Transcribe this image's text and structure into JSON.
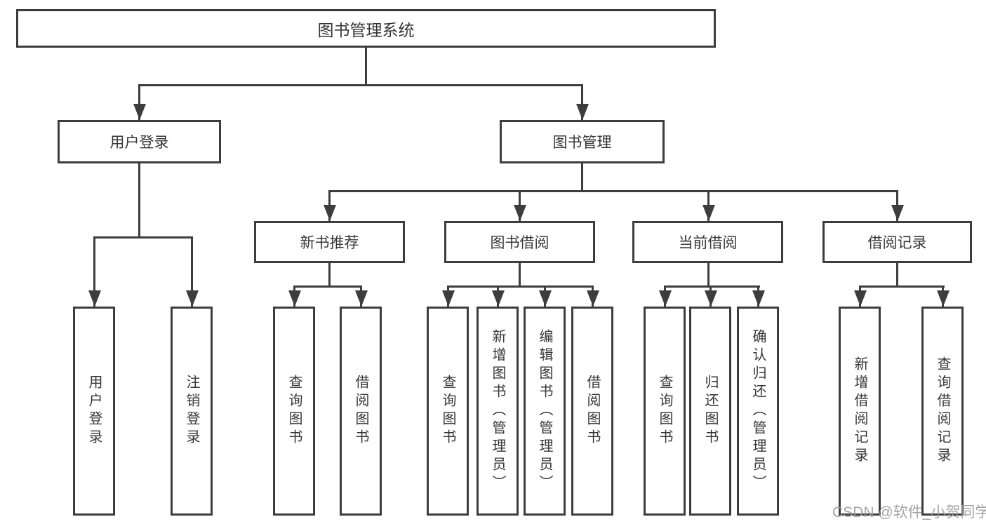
{
  "diagram": {
    "root": {
      "label": "图书管理系统"
    },
    "level2": [
      {
        "label": "用户登录"
      },
      {
        "label": "图书管理"
      }
    ],
    "level3": [
      {
        "label": "新书推荐"
      },
      {
        "label": "图书借阅"
      },
      {
        "label": "当前借阅"
      },
      {
        "label": "借阅记录"
      }
    ],
    "leaves": {
      "user_login": [
        {
          "label": "用户登录"
        },
        {
          "label": "注销登录"
        }
      ],
      "new_book_recommend": [
        {
          "label": "查询图书"
        },
        {
          "label": "借阅图书"
        }
      ],
      "book_borrow": [
        {
          "label": "查询图书"
        },
        {
          "label": "新增图书（管理员）"
        },
        {
          "label": "编辑图书（管理员）"
        },
        {
          "label": "借阅图书"
        }
      ],
      "current_borrow": [
        {
          "label": "查询图书"
        },
        {
          "label": "归还图书"
        },
        {
          "label": "确认归还（管理员）"
        }
      ],
      "borrow_record": [
        {
          "label": "新增借阅记录"
        },
        {
          "label": "查询借阅记录"
        }
      ]
    }
  },
  "watermark": {
    "text": "CSDN @软件_小贺同学"
  },
  "colors": {
    "line": "#3d3d3d",
    "text": "#363636",
    "watermark": "#9a9a9a",
    "background": "#ffffff"
  }
}
